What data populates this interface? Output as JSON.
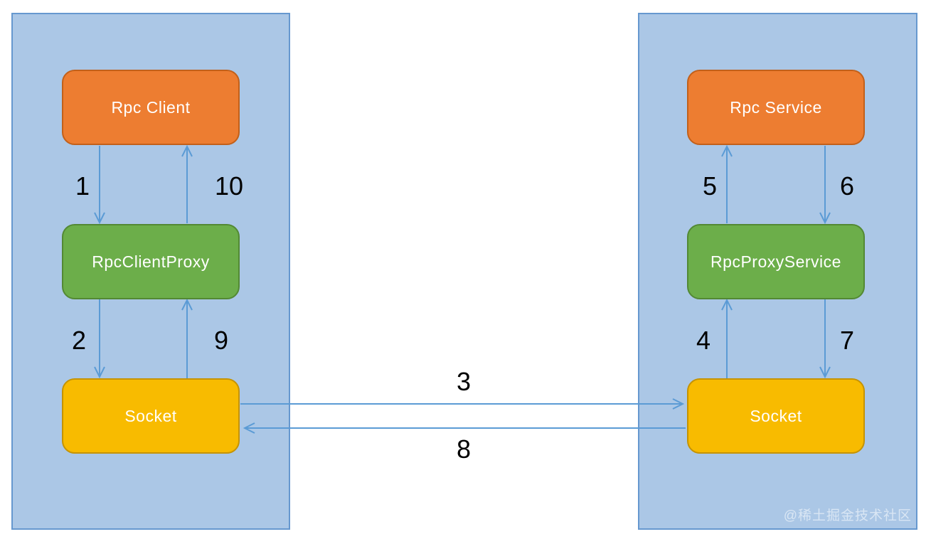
{
  "diagram": {
    "left_panel": {
      "boxes": {
        "top": "Rpc Client",
        "middle": "RpcClientProxy",
        "bottom": "Socket"
      }
    },
    "right_panel": {
      "boxes": {
        "top": "Rpc Service",
        "middle": "RpcProxyService",
        "bottom": "Socket"
      }
    },
    "steps": {
      "s1": "1",
      "s2": "2",
      "s3": "3",
      "s4": "4",
      "s5": "5",
      "s6": "6",
      "s7": "7",
      "s8": "8",
      "s9": "9",
      "s10": "10"
    },
    "watermark": "@稀土掘金技术社区",
    "colors": {
      "panel_fill": "#abc7e6",
      "panel_border": "#6698cf",
      "orange_fill": "#ed7d31",
      "orange_border": "#c2601a",
      "green_fill": "#6cae4a",
      "green_border": "#538934",
      "yellow_fill": "#f8bb00",
      "yellow_border": "#c59300",
      "arrow": "#5b9bd5",
      "step_label": "#000000",
      "node_text": "#ffffff"
    }
  }
}
